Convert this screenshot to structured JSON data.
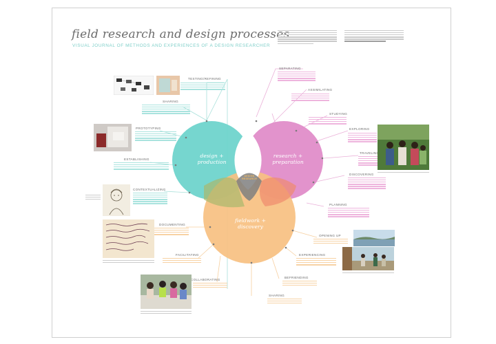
{
  "header": {
    "title": "field research and design processes",
    "subtitle": "VISUAL JOURNAL OF METHODS AND EXPERIENCES OF A DESIGN RESEARCHER"
  },
  "circles": {
    "design": "design + production",
    "research": "research + preparation",
    "fieldwork": "fieldwork + discovery",
    "center": "DESIGN RESEARCH"
  },
  "labels": {
    "testing": "TESTING/REFINING",
    "sharing_left": "SHARING",
    "prototyping": "PROTOTYPING",
    "establishing": "ESTABLISHING",
    "contextualizing": "CONTEXTUALIZING",
    "documenting": "DOCUMENTING",
    "facilitating": "FACILITATING",
    "collaborating": "COLLABORATING",
    "separating": "SEPARATING",
    "assimilating": "ASSIMILATING",
    "studying": "STUDYING",
    "exploring": "EXPLORING",
    "traveling": "TRAVELING",
    "discovering": "DISCOVERING",
    "planning": "PLANNING",
    "opening_up": "OPENING UP",
    "experiencing": "EXPERIENCING",
    "befriending": "BEFRIENDING",
    "sharing_bottom": "SHARING"
  },
  "colors": {
    "teal": "#6fd4cc",
    "pink": "#df8ac8",
    "orange": "#f8c182",
    "gray": "#8a8a8a"
  }
}
